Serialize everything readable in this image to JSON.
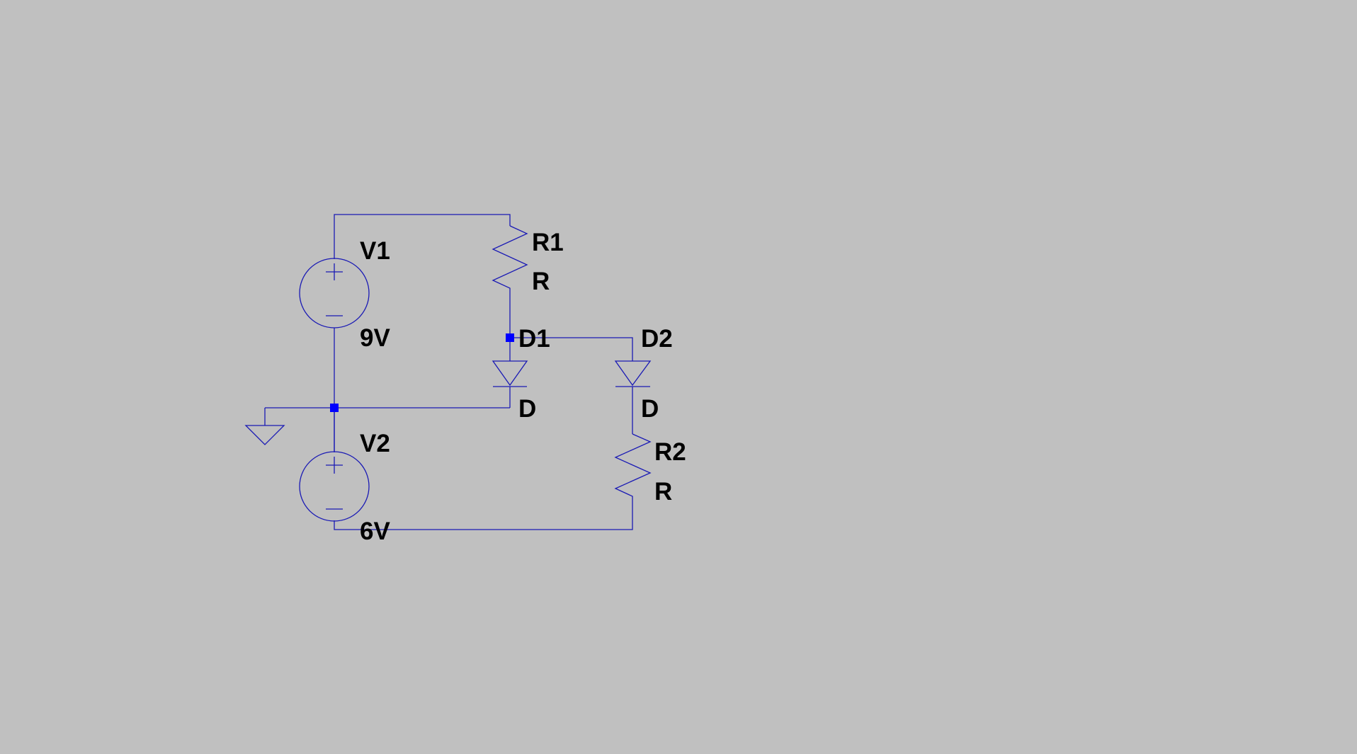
{
  "schematic": {
    "background_color": "#c0c0c0",
    "wire_color": "#1a1ab4",
    "junction_color": "#0000ff",
    "components": {
      "v1": {
        "name": "V1",
        "value": "9V"
      },
      "v2": {
        "name": "V2",
        "value": "6V"
      },
      "r1": {
        "name": "R1",
        "value": "R"
      },
      "r2": {
        "name": "R2",
        "value": "R"
      },
      "d1": {
        "name": "D1",
        "value": "D"
      },
      "d2": {
        "name": "D2",
        "value": "D"
      }
    },
    "ground_symbol": "ground-icon"
  }
}
